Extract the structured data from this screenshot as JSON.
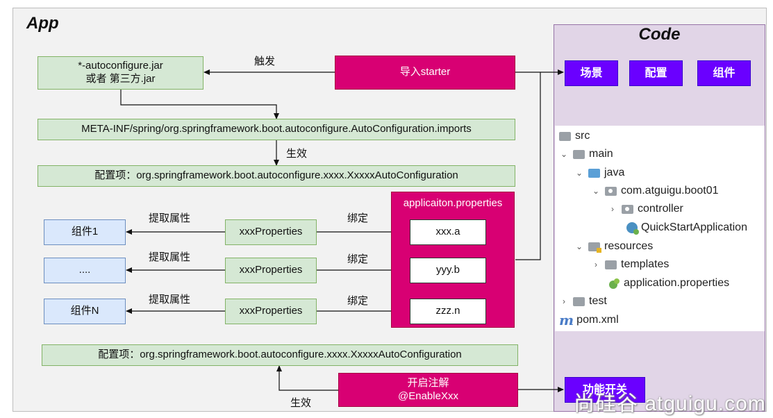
{
  "app": {
    "title": "App"
  },
  "code": {
    "title": "Code",
    "chips": [
      "场景",
      "配置",
      "组件"
    ],
    "switch_label": "功能开关"
  },
  "boxes": {
    "jar_line1": "*-autoconfigure.jar",
    "jar_line2": "或者  第三方.jar",
    "import_starter": "导入starter",
    "imports_file": "META-INF/spring/org.springframework.boot.autoconfigure.AutoConfiguration.imports",
    "config_item_top": "配置项：org.springframework.boot.autoconfigure.xxxx.XxxxxAutoConfiguration",
    "config_item_bottom": "配置项：org.springframework.boot.autoconfigure.xxxx.XxxxxAutoConfiguration",
    "enable_line1": "开启注解",
    "enable_line2": "@EnableXxx",
    "properties_title": "applicaiton.properties"
  },
  "labels": {
    "trigger": "触发",
    "take_effect_top": "生效",
    "take_effect_bottom": "生效"
  },
  "rows": [
    {
      "component": "组件1",
      "extract": "提取属性",
      "properties": "xxxProperties",
      "bind": "绑定",
      "key": "xxx.a"
    },
    {
      "component": "....",
      "extract": "提取属性",
      "properties": "xxxProperties",
      "bind": "绑定",
      "key": "yyy.b"
    },
    {
      "component": "组件N",
      "extract": "提取属性",
      "properties": "xxxProperties",
      "bind": "绑定",
      "key": "zzz.n"
    }
  ],
  "tree": [
    {
      "label": "src",
      "icon": "folder-icon"
    },
    {
      "label": "main",
      "icon": "folder-icon"
    },
    {
      "label": "java",
      "icon": "source-folder-icon"
    },
    {
      "label": "com.atguigu.boot01",
      "icon": "package-icon"
    },
    {
      "label": "controller",
      "icon": "package-icon"
    },
    {
      "label": "QuickStartApplication",
      "icon": "spring-app-icon"
    },
    {
      "label": "resources",
      "icon": "resources-folder-icon"
    },
    {
      "label": "templates",
      "icon": "folder-icon"
    },
    {
      "label": "application.properties",
      "icon": "spring-leaf-icon"
    },
    {
      "label": "test",
      "icon": "folder-icon"
    },
    {
      "label": "pom.xml",
      "icon": "maven-icon"
    }
  ],
  "watermark": "尚硅谷 atguigu.com"
}
